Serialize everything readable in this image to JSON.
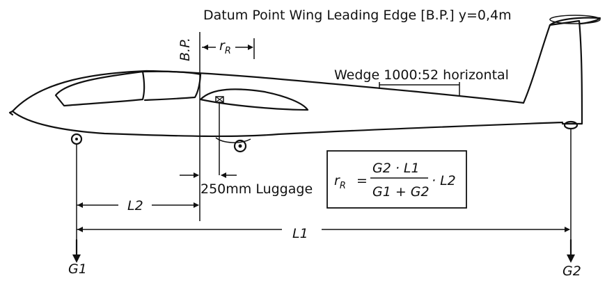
{
  "labels": {
    "datum_title": "Datum Point Wing Leading Edge [B.P.] y=0,4m",
    "bp": "B.P.",
    "r_r": "rR",
    "wedge": "Wedge 1000:52 horizontal",
    "luggage": "250mm Luggage",
    "l2": "L2",
    "l1": "L1",
    "g1": "G1",
    "g2": "G2"
  },
  "formula": {
    "lhs": "rR",
    "equals": "=",
    "numerator": "G2 · L1",
    "denominator": "G1 + G2",
    "tail": "· L2"
  }
}
